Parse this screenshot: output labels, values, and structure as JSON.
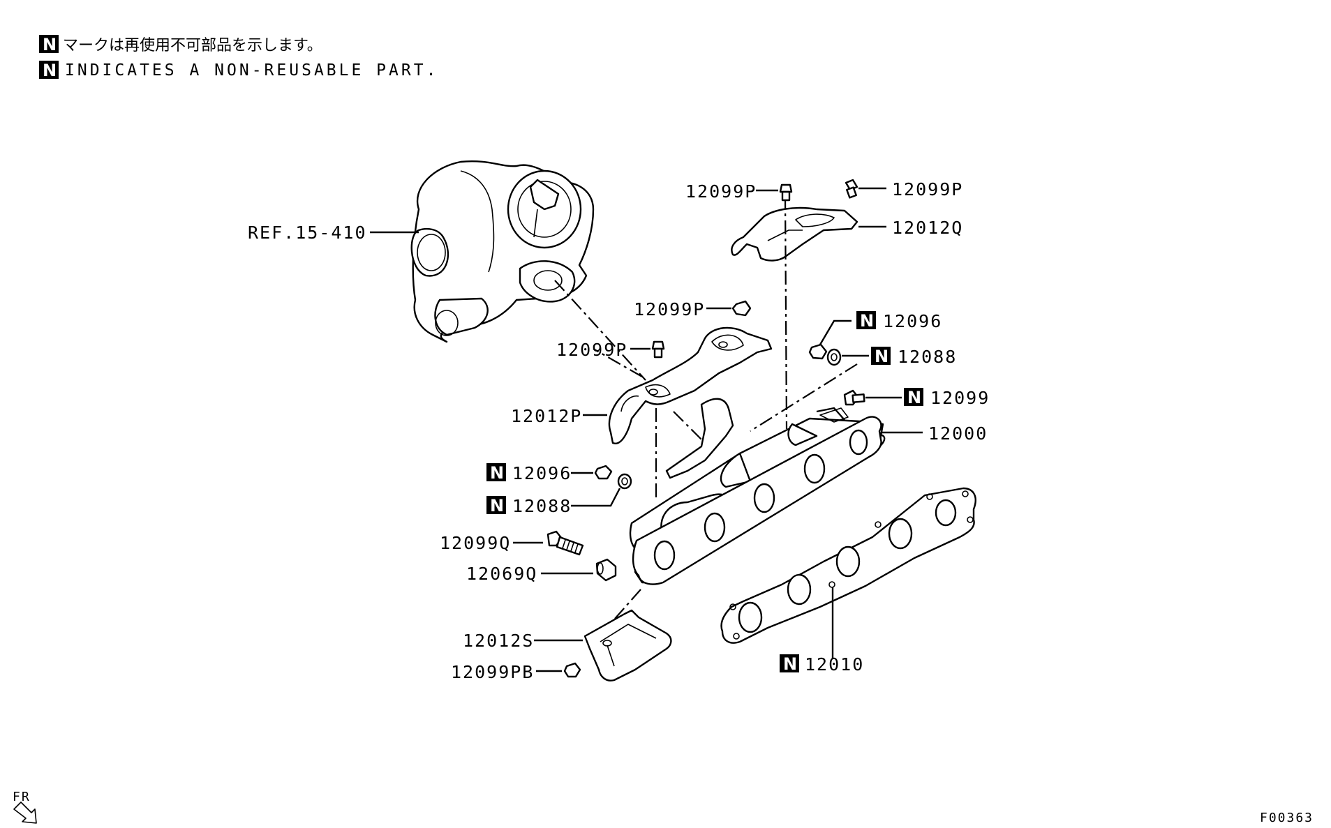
{
  "legend": {
    "jp": "マークは再使用不可部品を示します。",
    "en": "INDICATES A NON-REUSABLE PART.",
    "symbol": "N"
  },
  "labels": {
    "ref": "REF.15-410",
    "p_top_left": "12099P",
    "p_top_right": "12099P",
    "q_cover": "12012Q",
    "p_mid": "12099P",
    "p_left": "12099P",
    "nut_96_right": "12096",
    "washer_88_right": "12088",
    "stud_99_right": "12099",
    "manifold": "12000",
    "cover_p": "12012P",
    "nut_96_left": "12096",
    "washer_88_left": "12088",
    "bolt_q": "12099Q",
    "spacer_q": "12069Q",
    "cover_s": "12012S",
    "nut_pb": "12099PB",
    "gasket": "12010"
  },
  "footer": {
    "front": "FR",
    "code": "F00363"
  }
}
